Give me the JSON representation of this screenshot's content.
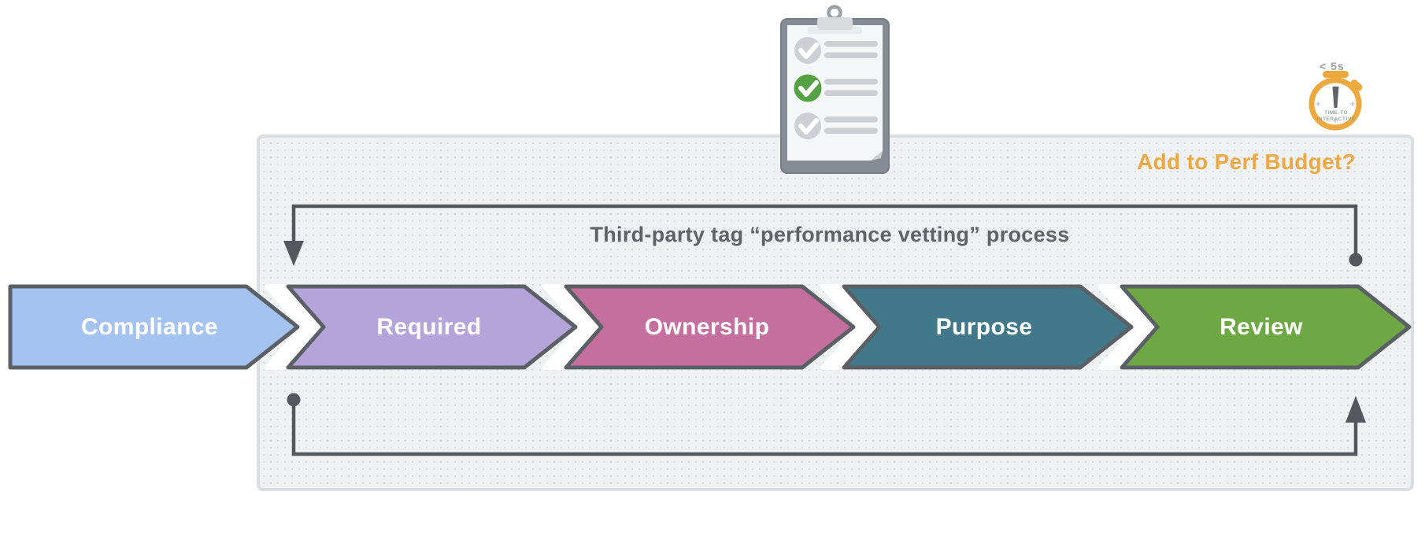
{
  "panel": {
    "fill": "#eff0f2",
    "border": "#dcdde1",
    "dot_color": "#d8d7dc"
  },
  "flow": {
    "title": "Third-party tag “performance vetting” process",
    "title_color": "#5f6368",
    "connector_color": "#54585c"
  },
  "perf_budget": {
    "label": "Add to Perf Budget?",
    "color": "#eca843"
  },
  "stopwatch": {
    "caption": "< 5s",
    "caption_color": "#9aa0a6",
    "dial_line1": "TIME-TO",
    "dial_line2": "INTERACTIVE",
    "dial_text_color": "#9aa0a6",
    "ring_color": "#eba93f",
    "hand_color": "#5f6368"
  },
  "clipboard": {
    "frame_color": "#858c93",
    "paper_color": "#f5f6f7",
    "check_done_color": "#55a245",
    "check_pending_color": "#ccd0d4"
  },
  "stages": [
    {
      "label": "Compliance",
      "color": "#a5c3f1"
    },
    {
      "label": "Required",
      "color": "#b3a4d9"
    },
    {
      "label": "Ownership",
      "color": "#c56f9e"
    },
    {
      "label": "Purpose",
      "color": "#41798a"
    },
    {
      "label": "Review",
      "color": "#6da845"
    }
  ]
}
